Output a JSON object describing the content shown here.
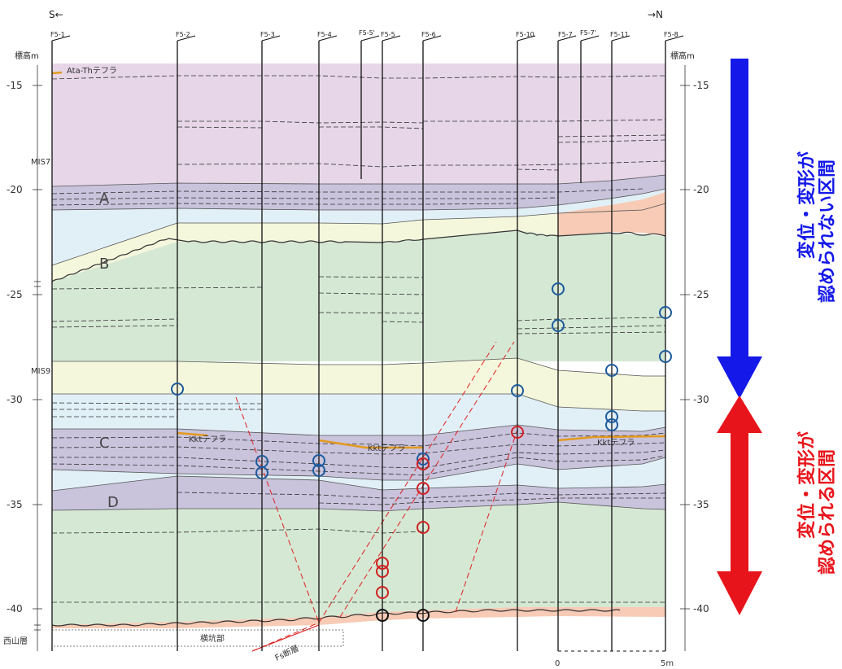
{
  "direction": {
    "south": "S←",
    "north": "→N"
  },
  "elevation_label": "標高m",
  "elevation_ticks": [
    "-15",
    "-20",
    "-25",
    "-30",
    "-35",
    "-40"
  ],
  "boreholes": [
    "F5-1",
    "F5-2",
    "F5-3",
    "F5-4",
    "F5-5'",
    "F5-5",
    "F5-6",
    "F5-10",
    "F5-7",
    "F5-7'",
    "F5-11",
    "F5-8"
  ],
  "stages": {
    "mis7": "MIS7",
    "mis9": "MIS9"
  },
  "base_unit": "西山層",
  "layers": {
    "a": "A",
    "b": "B",
    "c": "C",
    "d": "D"
  },
  "tephras": {
    "ata_th": "Ata-Thテフラ",
    "kkt": "Kktテフラ"
  },
  "labels": {
    "tunnel": "横坑部",
    "fault": "Fs断層"
  },
  "scale": {
    "zero": "0",
    "five": "5m"
  },
  "annotations": {
    "upper_line1": "変位・変形が",
    "upper_line2": "認められない区間",
    "lower_line1": "変位・変形が",
    "lower_line2": "認められる区間",
    "upper_color": "#1418e8",
    "lower_color": "#e8141b"
  },
  "colors": {
    "mis7_fill": "#e6d6e8",
    "clay_fill": "#c9c3dc",
    "sand_fill": "#e1f0f7",
    "silt_fill": "#f5f7dc",
    "green_fill": "#d5e8d4",
    "gravel_fill": "#f7cbb5",
    "tephra": "#e39a1f",
    "fault": "#e02020",
    "marker_blue": "#1c5a9c",
    "marker_red": "#d02020"
  }
}
